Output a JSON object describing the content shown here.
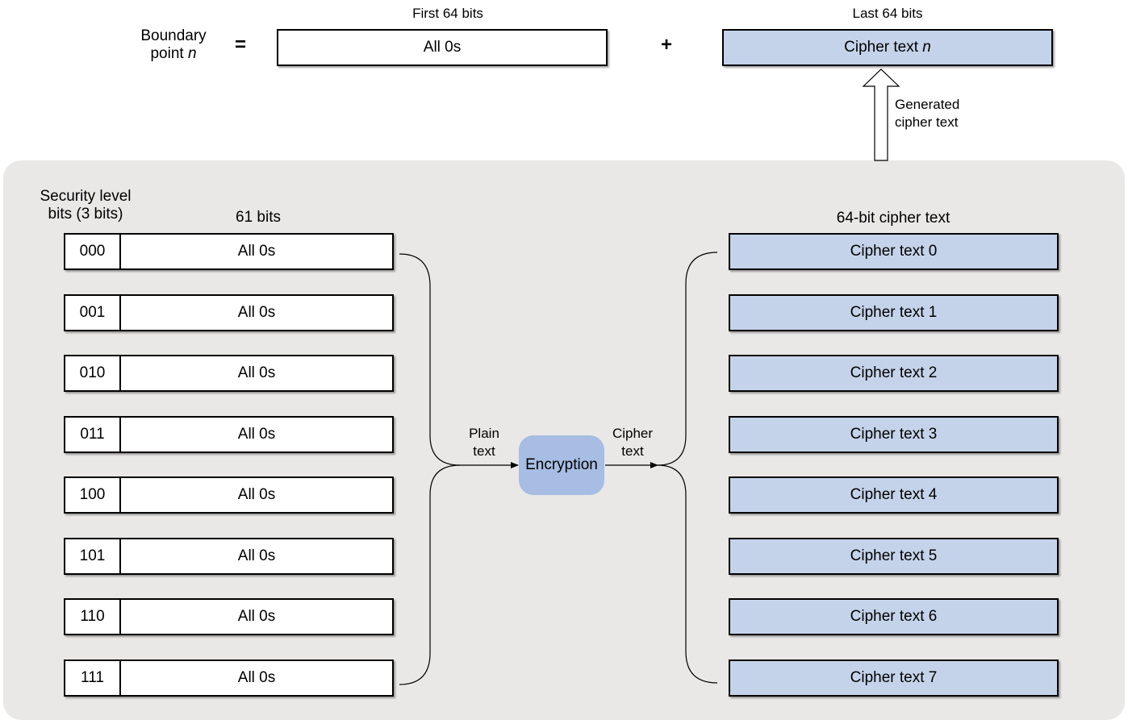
{
  "top": {
    "boundary_label_line1": "Boundary",
    "boundary_label_line2": "point",
    "boundary_var": "n",
    "equals": "=",
    "plus": "+",
    "first_header": "First 64 bits",
    "first_box": "All 0s",
    "last_header": "Last 64 bits",
    "last_box": "Cipher text",
    "last_box_var": "n",
    "generated_line1": "Generated",
    "generated_line2": "cipher text"
  },
  "left": {
    "security_header_line1": "Security level",
    "security_header_line2": "bits (3 bits)",
    "bits_header": "61 bits",
    "rows": [
      {
        "code": "000",
        "value": "All 0s"
      },
      {
        "code": "001",
        "value": "All 0s"
      },
      {
        "code": "010",
        "value": "All 0s"
      },
      {
        "code": "011",
        "value": "All 0s"
      },
      {
        "code": "100",
        "value": "All 0s"
      },
      {
        "code": "101",
        "value": "All 0s"
      },
      {
        "code": "110",
        "value": "All 0s"
      },
      {
        "code": "111",
        "value": "All 0s"
      }
    ]
  },
  "middle": {
    "plain_line1": "Plain",
    "plain_line2": "text",
    "encryption": "Encryption",
    "cipher_line1": "Cipher",
    "cipher_line2": "text"
  },
  "right": {
    "header": "64-bit cipher text",
    "rows": [
      "Cipher text 0",
      "Cipher text 1",
      "Cipher text 2",
      "Cipher text 3",
      "Cipher text 4",
      "Cipher text 5",
      "Cipher text 6",
      "Cipher text 7"
    ]
  },
  "colors": {
    "panel": "#e9e8e7",
    "cipher_fill": "#c5d3ea",
    "encryption_fill": "#a7bde3"
  }
}
